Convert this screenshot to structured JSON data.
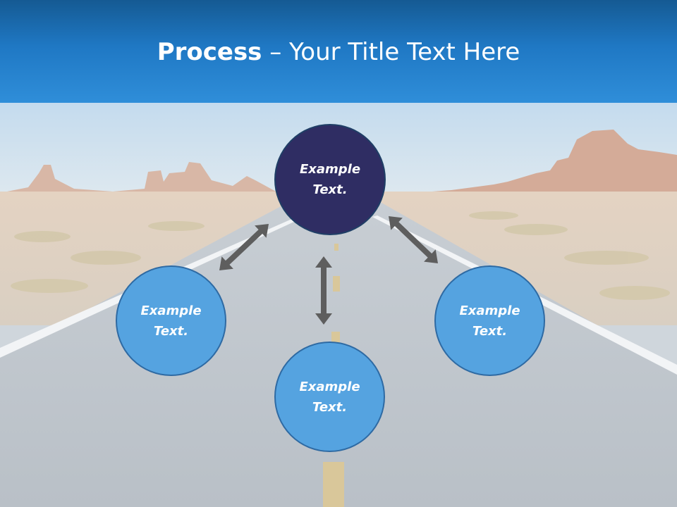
{
  "slide": {
    "title_bold": "Process",
    "title_rest": " – Your Title Text Here"
  },
  "nodes": {
    "center": {
      "line1": "Example",
      "line2": "Text."
    },
    "left": {
      "line1": "Example",
      "line2": "Text."
    },
    "right": {
      "line1": "Example",
      "line2": "Text."
    },
    "bottom": {
      "line1": "Example",
      "line2": "Text."
    }
  },
  "colors": {
    "header_top": "#155a93",
    "header_bottom": "#2f8ed9",
    "center_fill": "#2f2d63",
    "node_fill": "#55a3e0",
    "arrow": "#5e5e5e"
  }
}
